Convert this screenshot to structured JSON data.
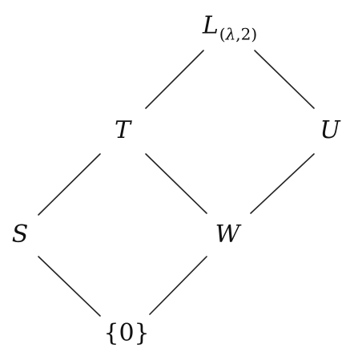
{
  "nodes": {
    "top": {
      "main": "L",
      "sub_open": "(",
      "sub_symbol": "λ",
      "sub_rest": ",2)"
    },
    "t": {
      "label": "T"
    },
    "u": {
      "label": "U"
    },
    "s": {
      "label": "S"
    },
    "w": {
      "label": "W"
    },
    "zero": {
      "label": "{0}"
    }
  },
  "edges": [
    {
      "from": "top",
      "to": "t"
    },
    {
      "from": "top",
      "to": "u"
    },
    {
      "from": "t",
      "to": "s"
    },
    {
      "from": "t",
      "to": "w"
    },
    {
      "from": "u",
      "to": "w"
    },
    {
      "from": "s",
      "to": "zero"
    },
    {
      "from": "w",
      "to": "zero"
    }
  ]
}
